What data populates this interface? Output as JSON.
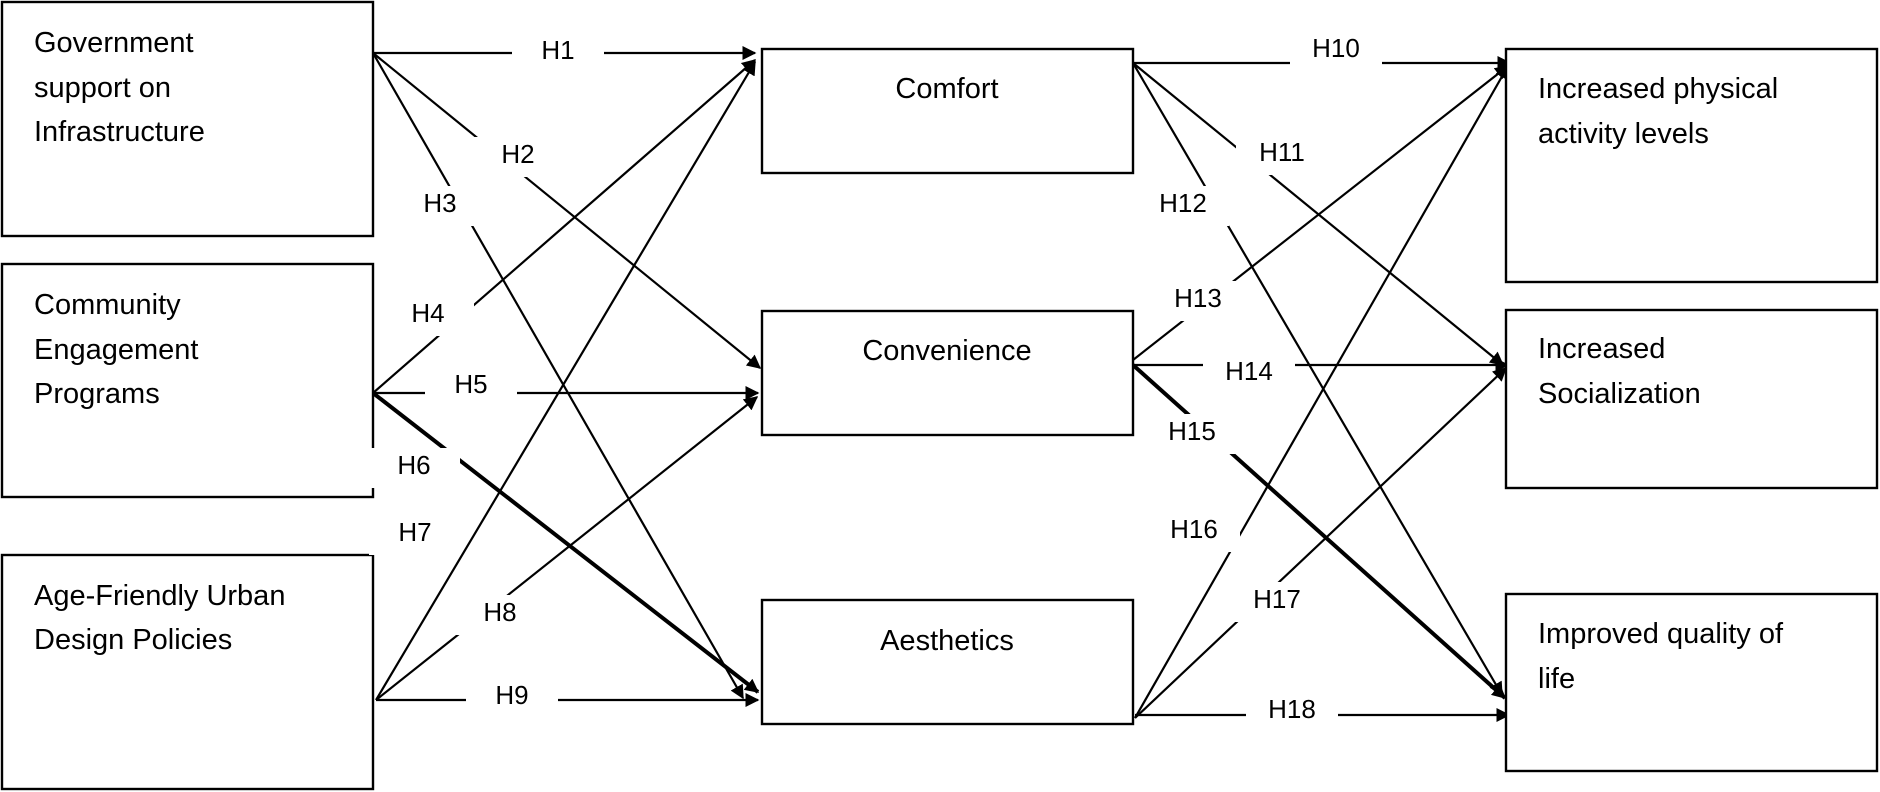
{
  "colors": {
    "stroke": "#000000",
    "background": "#ffffff",
    "text": "#000000"
  },
  "nodes": {
    "government": {
      "lines": [
        "Government",
        "support on",
        "Infrastructure"
      ]
    },
    "community": {
      "lines": [
        "Community",
        "Engagement",
        "Programs"
      ]
    },
    "agefriendly": {
      "lines": [
        "Age-Friendly Urban",
        "Design Policies"
      ]
    },
    "comfort": {
      "lines": [
        "Comfort"
      ]
    },
    "convenience": {
      "lines": [
        "Convenience"
      ]
    },
    "aesthetics": {
      "lines": [
        "Aesthetics"
      ]
    },
    "physical": {
      "lines": [
        "Increased physical",
        "activity levels"
      ]
    },
    "social": {
      "lines": [
        "Increased",
        "Socialization"
      ]
    },
    "quality": {
      "lines": [
        "Improved quality of",
        "life"
      ]
    }
  },
  "hypotheses": [
    {
      "id": "H1",
      "from": "government",
      "to": "comfort"
    },
    {
      "id": "H2",
      "from": "government",
      "to": "convenience"
    },
    {
      "id": "H3",
      "from": "government",
      "to": "aesthetics"
    },
    {
      "id": "H4",
      "from": "community",
      "to": "comfort"
    },
    {
      "id": "H5",
      "from": "community",
      "to": "convenience"
    },
    {
      "id": "H6",
      "from": "community",
      "to": "aesthetics"
    },
    {
      "id": "H7",
      "from": "agefriendly",
      "to": "comfort"
    },
    {
      "id": "H8",
      "from": "agefriendly",
      "to": "convenience"
    },
    {
      "id": "H9",
      "from": "agefriendly",
      "to": "aesthetics"
    },
    {
      "id": "H10",
      "from": "comfort",
      "to": "physical"
    },
    {
      "id": "H11",
      "from": "comfort",
      "to": "social"
    },
    {
      "id": "H12",
      "from": "comfort",
      "to": "quality"
    },
    {
      "id": "H13",
      "from": "convenience",
      "to": "physical"
    },
    {
      "id": "H14",
      "from": "convenience",
      "to": "social"
    },
    {
      "id": "H15",
      "from": "convenience",
      "to": "quality"
    },
    {
      "id": "H16",
      "from": "aesthetics",
      "to": "physical"
    },
    {
      "id": "H17",
      "from": "aesthetics",
      "to": "social"
    },
    {
      "id": "H18",
      "from": "aesthetics",
      "to": "quality"
    }
  ]
}
